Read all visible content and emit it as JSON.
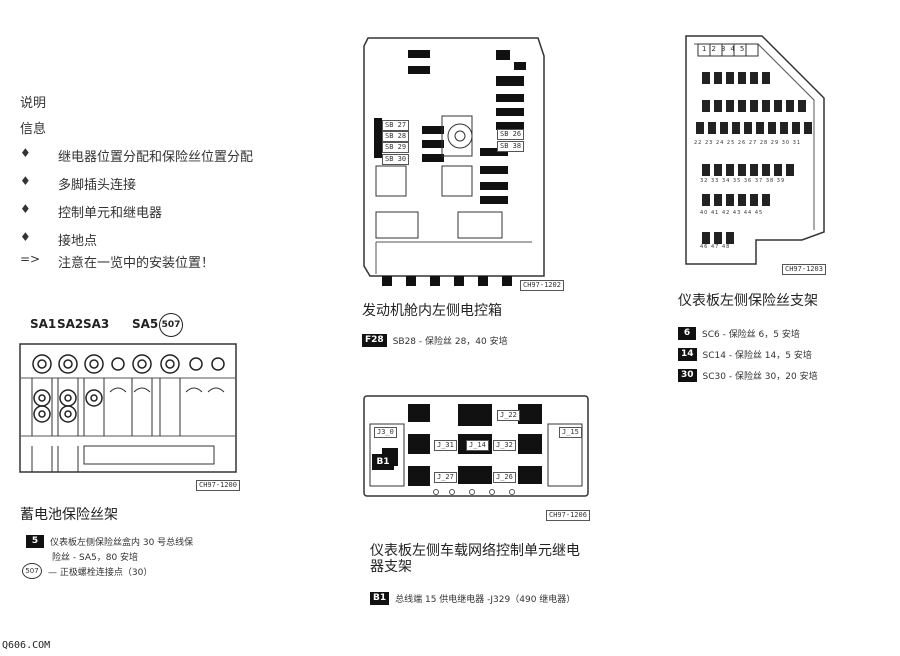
{
  "intro": {
    "heading": "说明",
    "subheading": "信息",
    "items": [
      {
        "bullet": "♦",
        "text": "继电器位置分配和保险丝位置分配"
      },
      {
        "bullet": "♦",
        "text": "多脚插头连接"
      },
      {
        "bullet": "♦",
        "text": "控制单元和继电器"
      },
      {
        "bullet": "♦",
        "text": "接地点"
      },
      {
        "bullet": "=>",
        "text": "注意在一览中的安装位置！"
      }
    ]
  },
  "battery": {
    "labels": [
      "SA1",
      "SA2",
      "SA3",
      "SA5",
      "507"
    ],
    "code": "CH97-1200",
    "caption": "蓄电池保险丝架",
    "legend": [
      {
        "badge": "5",
        "text_line1": "仪表板左侧保险丝盒内 30 号总线保",
        "text_line2": "险丝 - SA5，80 安培"
      },
      {
        "badge": "507",
        "text_line1": "— 正极螺栓连接点（30）"
      }
    ]
  },
  "engine_box": {
    "fuse_labels": [
      "SB 27",
      "SB 28",
      "SB 29",
      "SB 30",
      "SB 26",
      "SB 38"
    ],
    "code": "CH97-1202",
    "caption": "发动机舱内左侧电控箱",
    "legend": [
      {
        "badge": "F28",
        "text": "SB28 - 保险丝 28，40 安培"
      }
    ]
  },
  "relay_bracket": {
    "relay_label": "B1",
    "small_labels": [
      "J3_0",
      "J_15",
      "J_22",
      "J_31",
      "J_32",
      "J_27",
      "J_14",
      "J_26"
    ],
    "code": "CH97-1206",
    "caption_line1": "仪表板左侧车载网络控制单元继电",
    "caption_line2": "器支架",
    "legend": [
      {
        "badge": "B1",
        "text": "总线端 15 供电继电器 -J329（490 继电器）"
      }
    ]
  },
  "dash_panel": {
    "top_numbers": [
      "1",
      "2",
      "3",
      "4",
      "5"
    ],
    "row_numbers_1": [
      "22",
      "23",
      "24",
      "25",
      "26",
      "27",
      "28",
      "29",
      "30",
      "31"
    ],
    "row_numbers_2": [
      "32",
      "33",
      "34",
      "35",
      "36",
      "37",
      "38",
      "39"
    ],
    "row_numbers_3": [
      "40",
      "41",
      "42",
      "43",
      "44",
      "45"
    ],
    "row_numbers_4": [
      "46",
      "47",
      "48"
    ],
    "code": "CH97-1203",
    "caption": "仪表板左侧保险丝支架",
    "legend": [
      {
        "badge": "6",
        "text": "SC6  - 保险丝 6，5 安培"
      },
      {
        "badge": "14",
        "text": "SC14 - 保险丝 14，5 安培"
      },
      {
        "badge": "30",
        "text": "SC30 - 保险丝 30，20 安培"
      }
    ]
  },
  "watermark": "Q606.COM"
}
